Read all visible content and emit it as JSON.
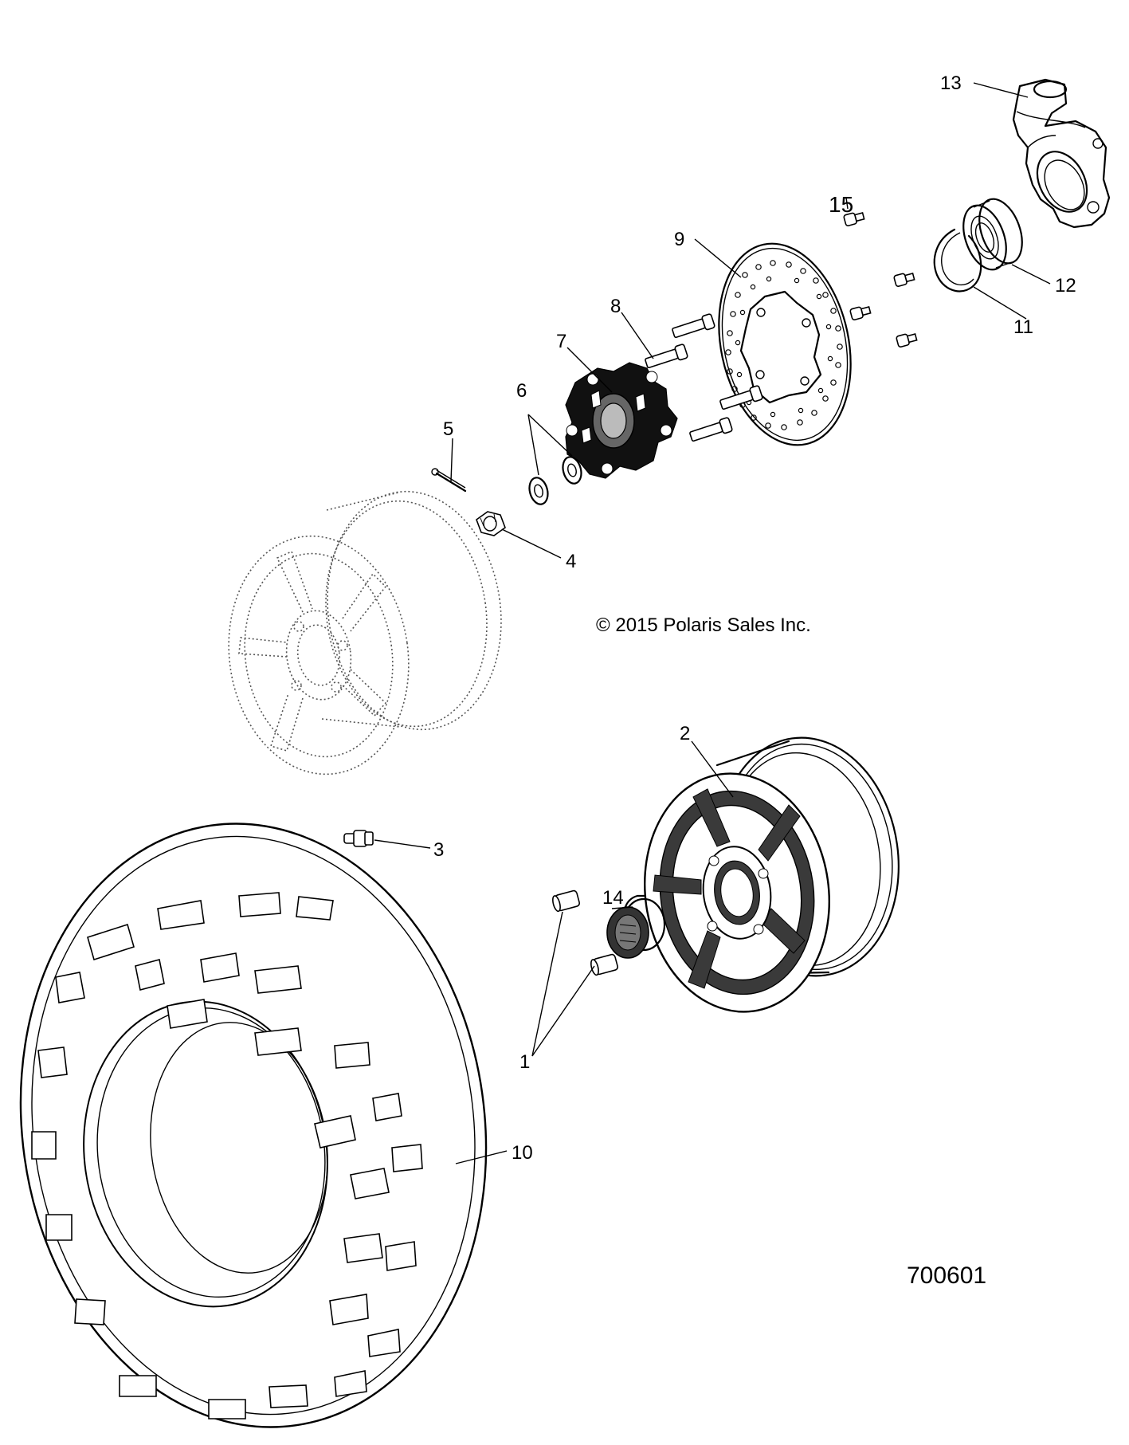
{
  "copyright": "© 2015 Polaris Sales Inc.",
  "figure_number": "700601",
  "callouts": {
    "p1": "1",
    "p2": "2",
    "p3": "3",
    "p4": "4",
    "p5": "5",
    "p6": "6",
    "p7": "7",
    "p8": "8",
    "p9": "9",
    "p10": "10",
    "p11": "11",
    "p12": "12",
    "p13": "13",
    "p14": "14",
    "p15": "15"
  }
}
